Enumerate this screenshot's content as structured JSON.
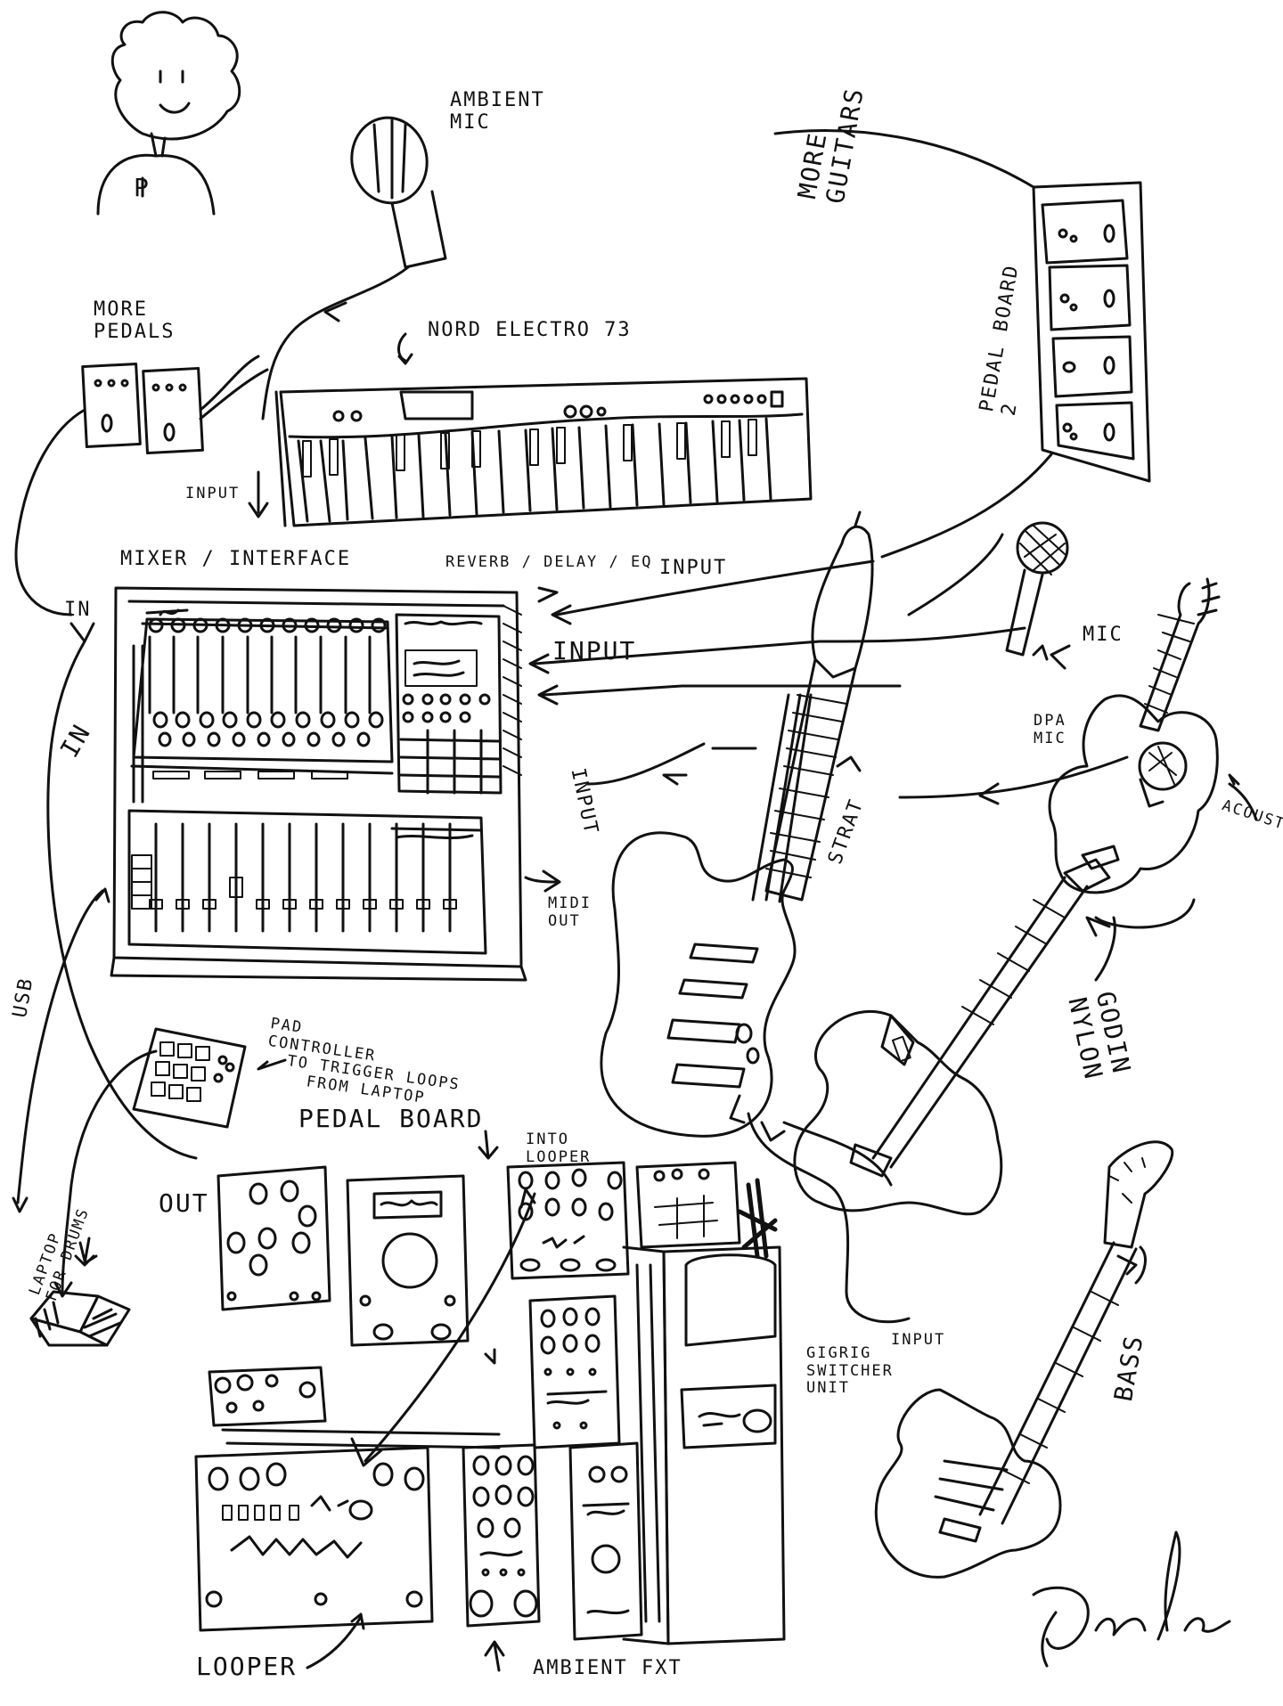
{
  "labels": {
    "ambient_mic": "AMBIENT\nMIC",
    "more_guitars": "MORE\nGUITARS",
    "more_pedals": "MORE\nPEDALS",
    "nord": "NORD ELECTRO 73",
    "pedal_board_2": "PEDAL BOARD\n2",
    "input_keys": "INPUT",
    "mixer": "MIXER / INTERFACE",
    "fx": "REVERB / DELAY / EQ",
    "input_strat": "INPUT",
    "input_mic": "INPUT",
    "in_top": "IN",
    "in_left": "IN",
    "mic": "MIC",
    "dpa_mic": "DPA\nMIC",
    "acoustic": "ACOUSTIC",
    "input_side": "INPUT",
    "strat": "STRAT",
    "midi_out": "MIDI\nOUT",
    "usb": "USB",
    "pad_controller": "PAD\nCONTROLLER\n  TO TRIGGER LOOPS\n    FROM LAPTOP",
    "godin": "GODIN\nNYLON",
    "pedal_board": "PEDAL BOARD",
    "into_looper": "INTO\nLOOPER",
    "out": "OUT",
    "laptop": "LAPTOP\nFOR DRUMS",
    "input_bass": "INPUT",
    "gigrig": "GIGRIG\nSWITCHER\nUNIT",
    "bass": "BASS",
    "looper": "LOOPER",
    "ambient_fx": "AMBIENT FXT",
    "person_initial": "P"
  }
}
